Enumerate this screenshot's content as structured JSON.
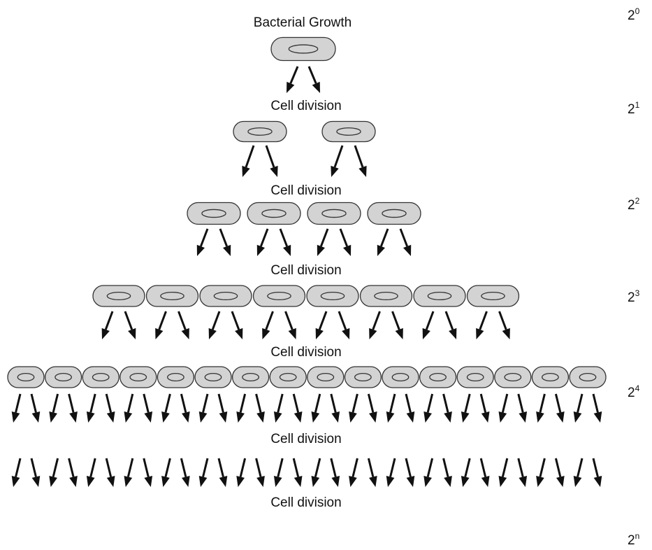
{
  "title": "Bacterial Growth",
  "division_labels": [
    "Cell division",
    "Cell division",
    "Cell division",
    "Cell division",
    "Cell division",
    "Cell division"
  ],
  "powers": [
    {
      "base": "2",
      "exp": "0"
    },
    {
      "base": "2",
      "exp": "1"
    },
    {
      "base": "2",
      "exp": "2"
    },
    {
      "base": "2",
      "exp": "3"
    },
    {
      "base": "2",
      "exp": "4"
    },
    {
      "base": "2",
      "exp": "n"
    }
  ],
  "generations": [
    {
      "cells": 1
    },
    {
      "cells": 2
    },
    {
      "cells": 4
    },
    {
      "cells": 8
    },
    {
      "cells": 16
    }
  ],
  "colors": {
    "cell_fill": "#d3d3d3",
    "outline": "#333333",
    "arrow": "#111111"
  }
}
